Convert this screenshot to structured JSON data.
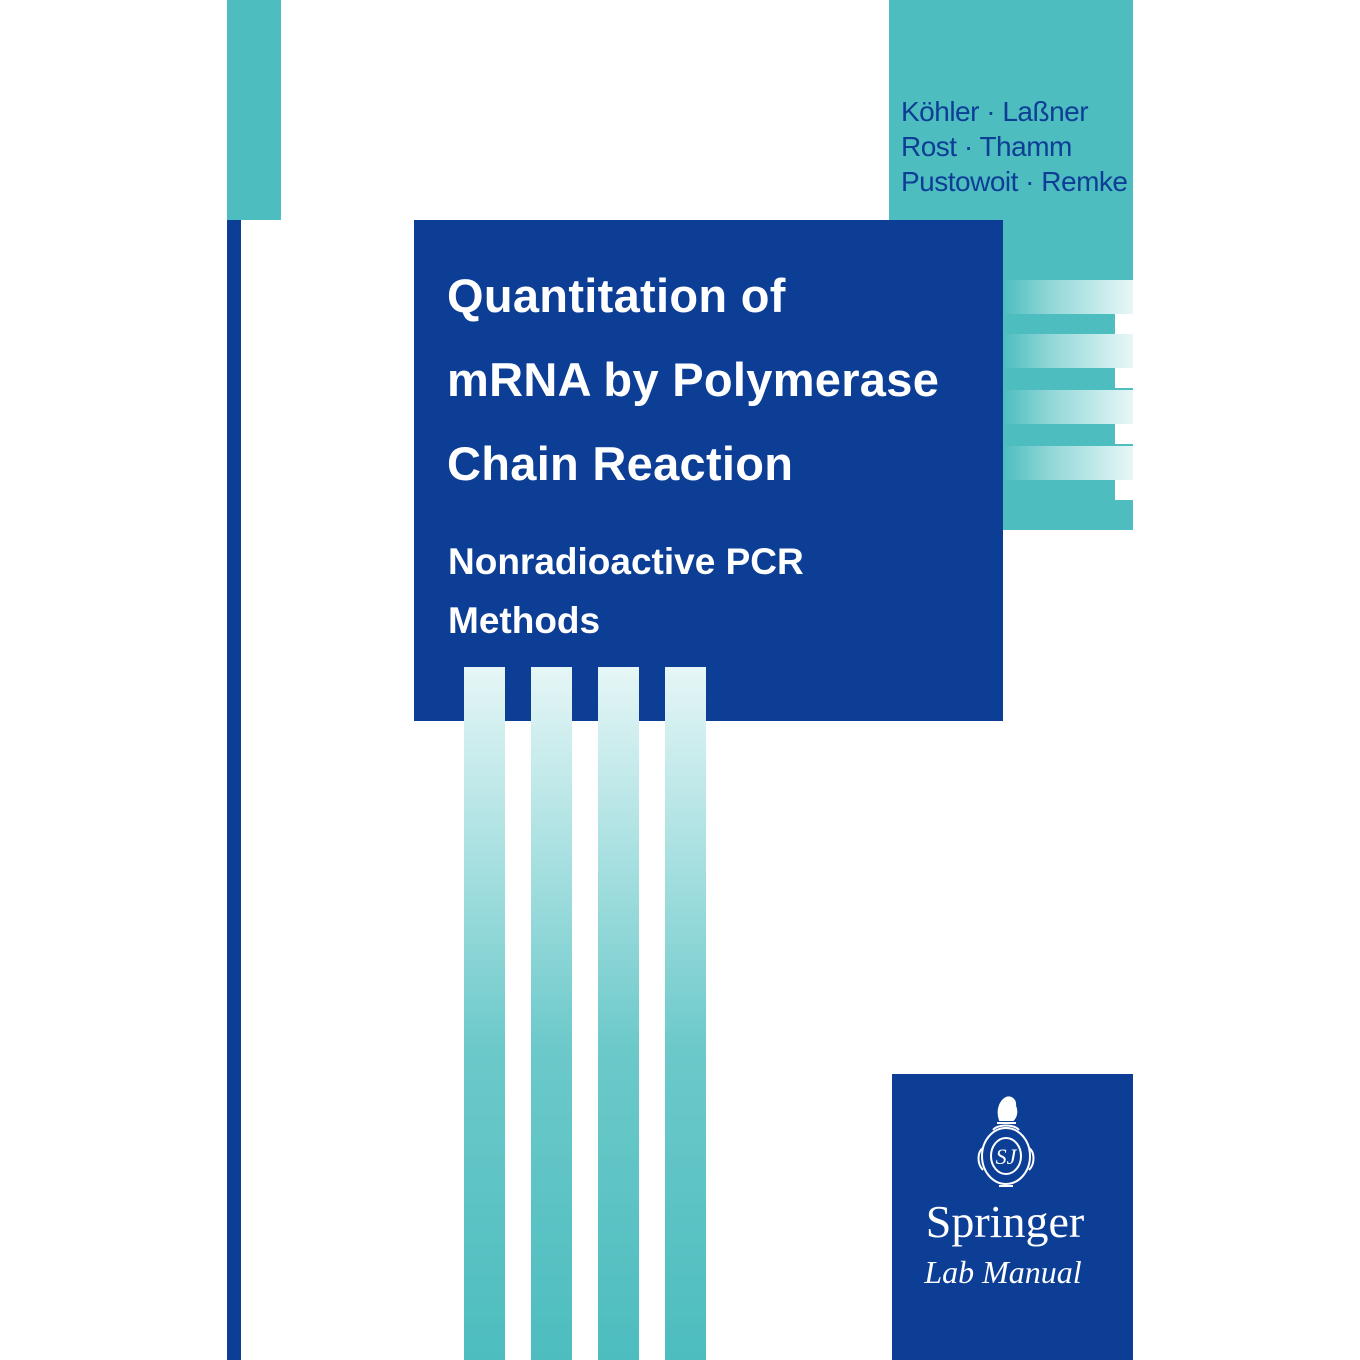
{
  "authors": {
    "line1": "Köhler · Laßner",
    "line2": "Rost · Thamm",
    "line3": "Pustowoit · Remke"
  },
  "title": {
    "line1": "Quantitation of",
    "line2": "mRNA by Polymerase",
    "line3": "Chain Reaction"
  },
  "subtitle": {
    "line1": "Nonradioactive PCR",
    "line2": "Methods"
  },
  "publisher": {
    "name": "Springer",
    "series": "Lab Manual",
    "logo_icon": "springer-knight-logo-icon"
  },
  "colors": {
    "navy": "#0d3e96",
    "teal": "#4dbdbf",
    "background": "#ffffff"
  }
}
